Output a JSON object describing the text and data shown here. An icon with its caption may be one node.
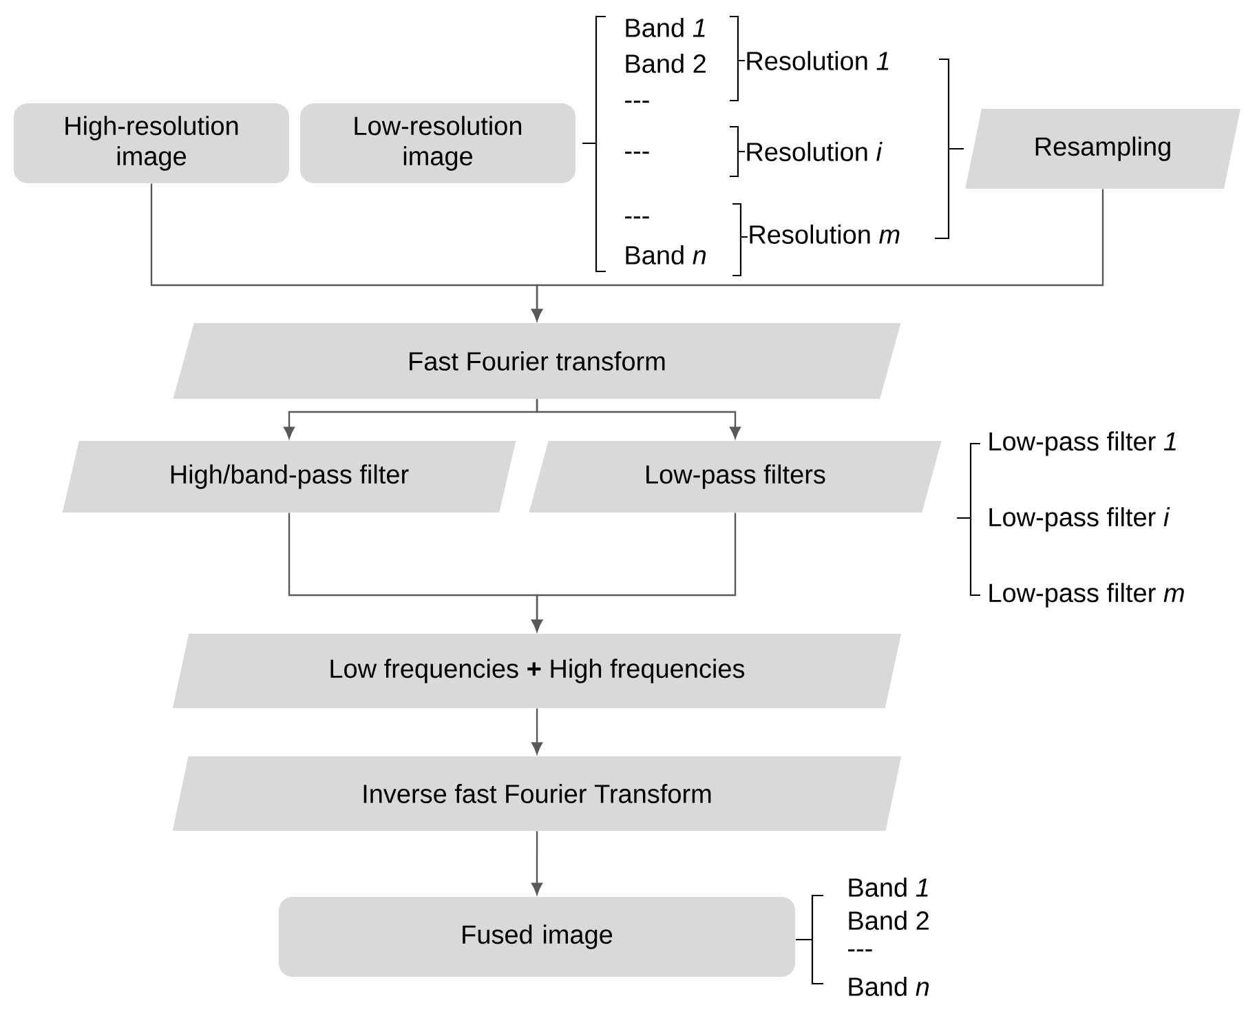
{
  "diagram": {
    "nodes": [
      {
        "text": [
          "High-resolution image"
        ]
      },
      {
        "text": [
          "Low-resolution image"
        ]
      },
      {
        "text": [
          "Resampling"
        ]
      },
      {
        "text": [
          "Fast Fourier transform"
        ]
      },
      {
        "text": [
          "High/band-pass filter"
        ]
      },
      {
        "text": [
          "Low-pass filters"
        ]
      },
      {
        "text": [
          "Low frequencies **+** High frequencies"
        ]
      },
      {
        "text": [
          "Inverse fast Fourier Transform"
        ]
      },
      {
        "text": [
          "Fused image"
        ]
      }
    ],
    "edges": [
      {
        "from": 0,
        "to": 3,
        "arrow": "to"
      },
      {
        "from": 2,
        "to": 3,
        "arrow": "to"
      },
      {
        "from": 3,
        "to": 4,
        "arrow": "to"
      },
      {
        "from": 3,
        "to": 5,
        "arrow": "to"
      },
      {
        "from": 4,
        "to": 6,
        "arrow": "to"
      },
      {
        "from": 5,
        "to": 6,
        "arrow": "to"
      },
      {
        "from": 6,
        "to": 7,
        "arrow": "to"
      },
      {
        "from": 7,
        "to": 8,
        "arrow": "to"
      }
    ],
    "labels": [
      "Band *1*",
      "Band 2",
      "Resolution *1*",
      "---",
      "---",
      "Resolution *i*",
      "---",
      "Resolution *m*",
      "Band *n*",
      "Low-pass filter *1*",
      "Low-pass filter *i*",
      "Low-pass filter *m*",
      "Band *1*",
      "Band 2",
      "---",
      "Band *n*"
    ]
  }
}
